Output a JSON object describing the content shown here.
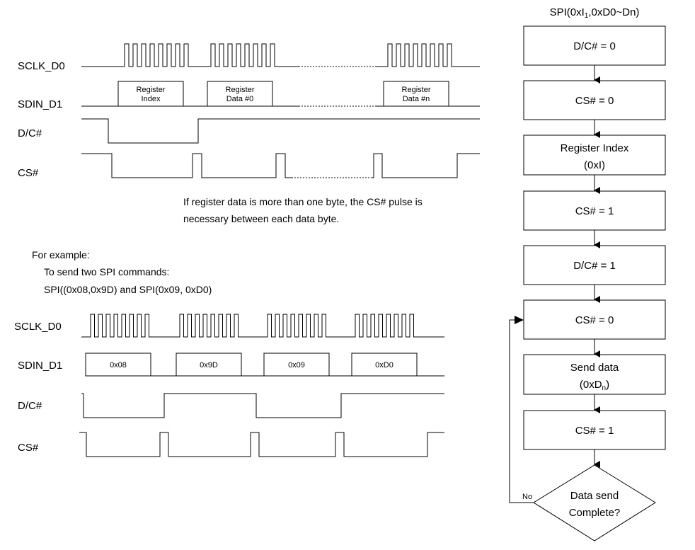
{
  "top_diagram": {
    "signals": {
      "sclk": "SCLK_D0",
      "sdin": "SDIN_D1",
      "dc": "D/C#",
      "cs": "CS#"
    },
    "data_boxes": {
      "index": [
        "Register",
        "Index"
      ],
      "data0": [
        "Register",
        "Data #0"
      ],
      "datan": [
        "Register",
        "Data #n"
      ]
    },
    "note_line1": "If register data is more than one byte, the CS# pulse is",
    "note_line2": "necessary between each data byte."
  },
  "example": {
    "line1": "For example:",
    "line2": "To send two SPI commands:",
    "line3": "SPI((0x08,0x9D) and SPI(0x09, 0xD0)",
    "signals": {
      "sclk": "SCLK_D0",
      "sdin": "SDIN_D1",
      "dc": "D/C#",
      "cs": "CS#"
    },
    "bytes": [
      "0x08",
      "0x9D",
      "0x09",
      "0xD0"
    ]
  },
  "flowchart": {
    "title_main": "SPI(0xI",
    "title_sub": "1",
    "title_rest": ",0xD0~Dn)",
    "steps": {
      "s1": "D/C# = 0",
      "s2": "CS# = 0",
      "s3_line1": "Register Index",
      "s3_line2": "(0xI)",
      "s4": "CS# = 1",
      "s5": "D/C# = 1",
      "s6": "CS# = 0",
      "s7_line1": "Send data",
      "s7_line2_main": "(0xD",
      "s7_line2_sub": "n",
      "s7_line2_end": ")",
      "s8": "CS# = 1"
    },
    "decision_line1": "Data send",
    "decision_line2": "Complete?",
    "no_label": "No"
  }
}
